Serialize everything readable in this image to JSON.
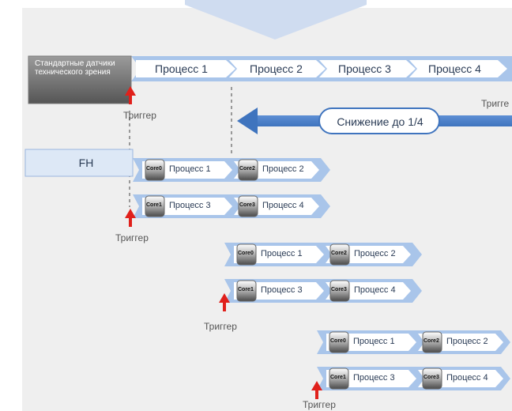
{
  "header_arrow_color": "#cfdcf0",
  "standard_sensor": {
    "label": "Стандартные датчики технического зрения"
  },
  "top_processes": [
    "Процесс 1",
    "Процесс 2",
    "Процесс 3",
    "Процесс 4"
  ],
  "trigger_label": "Триггер",
  "trigger_cut_label": "Тригге",
  "reduction_label": "Снижение до 1/4",
  "fh_label": "FH",
  "groups": [
    {
      "rows": [
        {
          "core_a": "Core0",
          "proc_a": "Процесс 1",
          "core_b": "Core2",
          "proc_b": "Процесс 2"
        },
        {
          "core_a": "Core1",
          "proc_a": "Процесс 3",
          "core_b": "Core3",
          "proc_b": "Процесс 4"
        }
      ]
    },
    {
      "rows": [
        {
          "core_a": "Core0",
          "proc_a": "Процесс 1",
          "core_b": "Core2",
          "proc_b": "Процесс 2"
        },
        {
          "core_a": "Core1",
          "proc_a": "Процесс 3",
          "core_b": "Core3",
          "proc_b": "Процесс 4"
        }
      ]
    },
    {
      "rows": [
        {
          "core_a": "Core0",
          "proc_a": "Процесс 1",
          "core_b": "Core2",
          "proc_b": "Процесс 2"
        },
        {
          "core_a": "Core1",
          "proc_a": "Процесс 3",
          "core_b": "Core3",
          "proc_b": "Процесс 4"
        }
      ]
    }
  ],
  "colors": {
    "panel": "#efefef",
    "arrow_light": "#a9c5ea",
    "arrow_mid": "#7ea6dc",
    "arrow_dark": "#4a7fc8",
    "trigger_red": "#e0201b",
    "text_dark": "#2a3b55"
  }
}
